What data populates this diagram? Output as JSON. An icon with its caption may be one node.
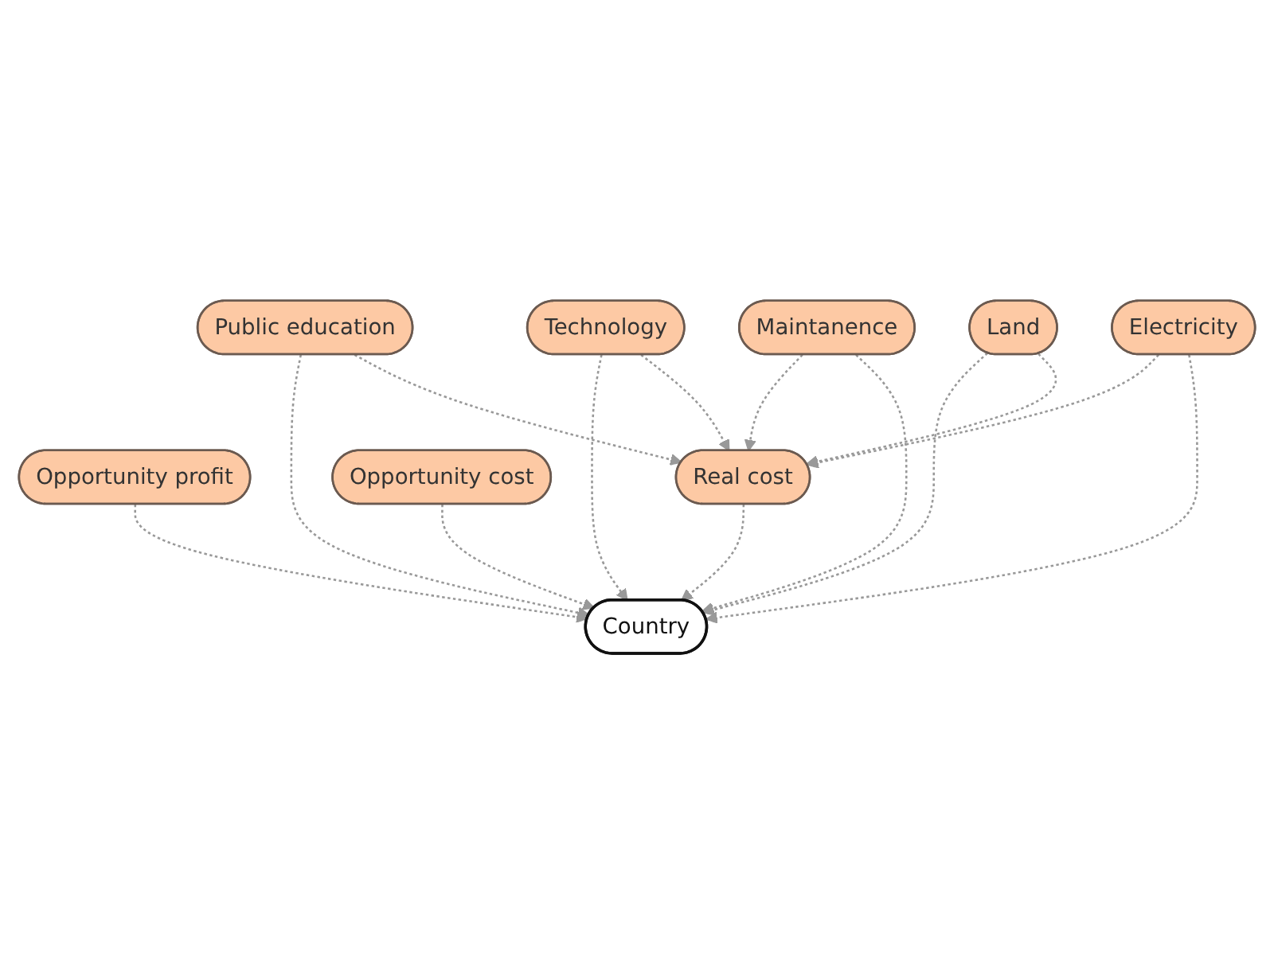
{
  "diagram": {
    "nodes": [
      {
        "text": [
          "Public education"
        ]
      },
      {
        "text": [
          "Technology"
        ]
      },
      {
        "text": [
          "Maintanence"
        ]
      },
      {
        "text": [
          "Land"
        ]
      },
      {
        "text": [
          "Opportunity profit"
        ]
      },
      {
        "text": [
          "Real cost"
        ]
      },
      {
        "text": [
          "Opportunity cost"
        ]
      },
      {
        "text": [
          "Electricity"
        ]
      },
      {
        "text": [
          "Country"
        ]
      }
    ],
    "edges": [
      {
        "from": 0,
        "to": 8,
        "arrow": "to",
        "style": "dashed"
      },
      {
        "from": 0,
        "to": 5,
        "arrow": "to",
        "style": "dashed"
      },
      {
        "from": 1,
        "to": 8,
        "arrow": "to",
        "style": "dashed"
      },
      {
        "from": 1,
        "to": 5,
        "arrow": "to",
        "style": "dashed"
      },
      {
        "from": 2,
        "to": 5,
        "arrow": "to",
        "style": "dashed"
      },
      {
        "from": 2,
        "to": 8,
        "arrow": "to",
        "style": "dashed"
      },
      {
        "from": 3,
        "to": 8,
        "arrow": "to",
        "style": "dashed"
      },
      {
        "from": 3,
        "to": 5,
        "arrow": "to",
        "style": "dashed"
      },
      {
        "from": 4,
        "to": 8,
        "arrow": "to",
        "style": "dashed"
      },
      {
        "from": 5,
        "to": 8,
        "arrow": "to",
        "style": "dashed"
      },
      {
        "from": 6,
        "to": 8,
        "arrow": "to",
        "style": "dashed"
      },
      {
        "from": 7,
        "to": 5,
        "arrow": "to",
        "style": "dashed"
      },
      {
        "from": 7,
        "to": 8,
        "arrow": "to",
        "style": "dashed"
      }
    ]
  }
}
